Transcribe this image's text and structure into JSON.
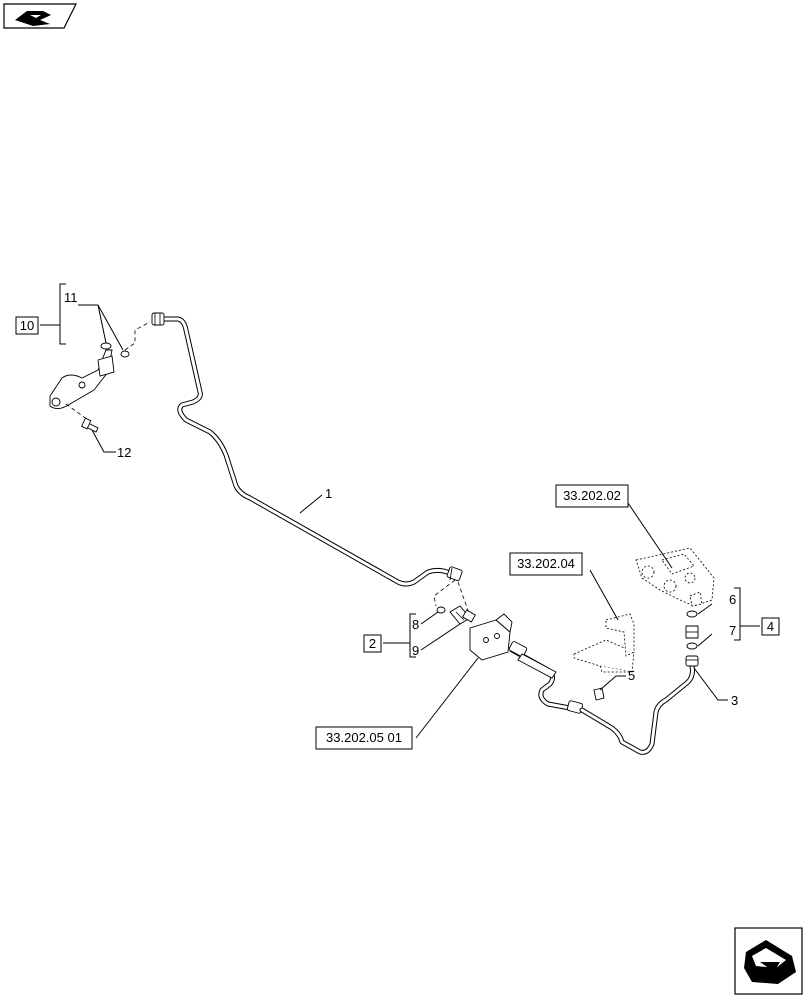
{
  "labels": {
    "item_1": "1",
    "item_2": "2",
    "item_3": "3",
    "item_4": "4",
    "item_5": "5",
    "item_6": "6",
    "item_7": "7",
    "item_8": "8",
    "item_9": "9",
    "item_10": "10",
    "item_11": "11",
    "item_12": "12"
  },
  "references": {
    "valve_ref": "33.202.02",
    "bracket_ref": "33.202.04",
    "plate_ref": "33.202.05 01"
  },
  "icons": {
    "top_left": "book-page-icon",
    "bottom_right": "next-page-arrow-icon"
  }
}
